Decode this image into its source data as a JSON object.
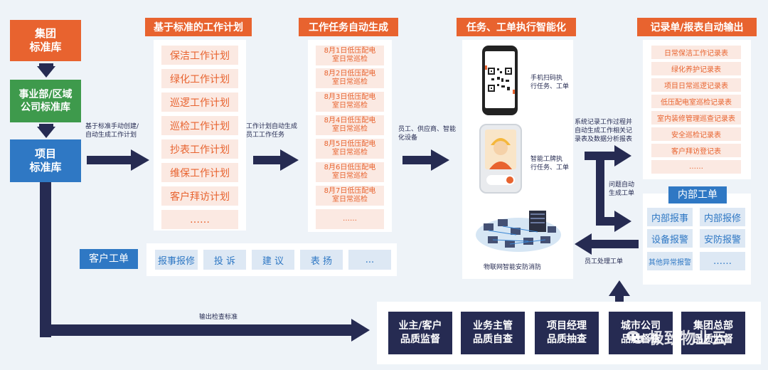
{
  "left_column": {
    "group": "集团\n标准库",
    "division": "事业部/区域\n公司标准库",
    "project": "项目\n标准库"
  },
  "plan": {
    "title": "基于标准的工作计划",
    "arrow_label": "基于标准手动创建/\n自动生成工作计划",
    "items": [
      "保洁工作计划",
      "绿化工作计划",
      "巡逻工作计划",
      "巡检工作计划",
      "抄表工作计划",
      "维保工作计划",
      "客户拜访计划",
      "……"
    ]
  },
  "tasks": {
    "title": "工作任务自动生成",
    "arrow_label": "工作计划自动生成\n员工工作任务",
    "items": [
      "8月1日低压配电\n室日常巡检",
      "8月2日低压配电\n室日常巡检",
      "8月3日低压配电\n室日常巡检",
      "8月4日低压配电\n室日常巡检",
      "8月5日低压配电\n室日常巡检",
      "8月6日低压配电\n室日常巡检",
      "8月7日低压配电\n室日常巡检",
      "……"
    ]
  },
  "execution": {
    "title": "任务、工单执行智能化",
    "arrow_label": "员工、供应商、智能\n化设备",
    "phone_label": "手机扫码执\n行任务、工单",
    "badge_label": "智能工牌执\n行任务、工单",
    "iot_label": "物联网智能安防消防"
  },
  "records": {
    "title": "记录单/报表自动输出",
    "arrow_label": "系统记录工作过程并\n自动生成工作相关记\n录表及数据分析报表",
    "items": [
      "日常保洁工作记录表",
      "绿化养护记录表",
      "项目日常巡逻记录表",
      "低压配电室巡检记录表",
      "室内装修管理巡查记录表",
      "安全巡检记录表",
      "客户拜访登记表",
      "……"
    ]
  },
  "internal": {
    "title": "内部工单",
    "auto_label": "问题自动\n生成工单",
    "handle_label": "员工处理工单",
    "items": [
      "内部报事",
      "内部报修",
      "设备报警",
      "安防报警",
      "其他异常报警",
      "……"
    ]
  },
  "customer": {
    "title": "客户工单",
    "items": [
      "报事报修",
      "投 诉",
      "建 议",
      "表 扬",
      "..."
    ]
  },
  "quality": {
    "arrow_label": "输出检查标准",
    "items": [
      "业主/客户\n品质监督",
      "业务主管\n品质自查",
      "项目经理\n品质抽查",
      "城市公司\n品质督查",
      "集团总部\n品质监督"
    ]
  },
  "watermark": "极致物业云",
  "colors": {
    "orange": "#e8632f",
    "green": "#3e9a4c",
    "blue": "#2f78c4",
    "navy": "#262b52"
  }
}
